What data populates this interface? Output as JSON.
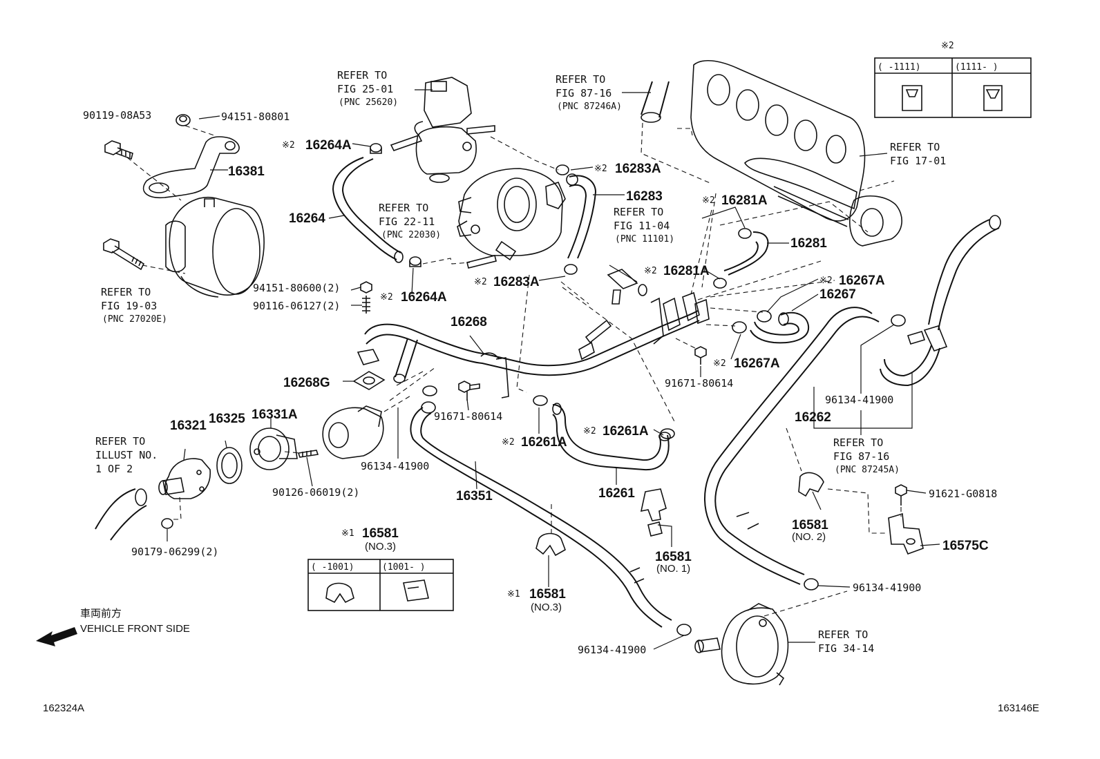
{
  "labels": {
    "p90119": "90119-08A53",
    "p94151a": "94151-80801",
    "p16381": "16381",
    "ref1903_a": "REFER TO",
    "ref1903_b": "FIG 19-03",
    "ref1903_c": "(PNC 27020E)",
    "ref2501_a": "REFER TO",
    "ref2501_b": "FIG 25-01",
    "ref2501_c": "(PNC 25620)",
    "p16264A_top": "16264A",
    "p16264": "16264",
    "p16264A_bot": "16264A",
    "ref2211_a": "REFER TO",
    "ref2211_b": "FIG 22-11",
    "ref2211_c": "(PNC 22030)",
    "p94151b": "94151-80600(2)",
    "p90116": "90116-06127(2)",
    "ref8716a_a": "REFER TO",
    "ref8716a_b": "FIG 87-16",
    "ref8716a_c": "(PNC 87246A)",
    "p16283A_top": "16283A",
    "p16283": "16283",
    "ref1104_a": "REFER TO",
    "ref1104_b": "FIG 11-04",
    "ref1104_c": "(PNC 11101)",
    "p16283A_bot": "16283A",
    "ref1701_a": "REFER TO",
    "ref1701_b": "FIG 17-01",
    "p16281A_top": "16281A",
    "p16281": "16281",
    "p16281A_bot": "16281A",
    "p16267A_top": "16267A",
    "p16267": "16267",
    "p16267A_bot": "16267A",
    "p16268": "16268",
    "p16268G": "16268G",
    "p91671a": "91671-80614",
    "p91671b": "91671-80614",
    "p96134a": "96134-41900",
    "p96134b": "96134-41900",
    "p96134c": "96134-41900",
    "p96134d": "96134-41900",
    "p16321": "16321",
    "p16325": "16325",
    "p16331A": "16331A",
    "p90126": "90126-06019(2)",
    "p90179": "90179-06299(2)",
    "refIllust_a": "REFER TO",
    "refIllust_b": "ILLUST NO.",
    "refIllust_c": "1 OF 2",
    "p16351": "16351",
    "p16261A_left": "16261A",
    "p16261A_right": "16261A",
    "p16261": "16261",
    "p16262": "16262",
    "ref8716b_a": "REFER TO",
    "ref8716b_b": "FIG 87-16",
    "ref8716b_c": "(PNC 87245A)",
    "p16581_no2": "16581",
    "no2": "(NO. 2)",
    "p16581_no1": "16581",
    "no1": "(NO. 1)",
    "p16581_no3": "16581",
    "no3": "(NO.3)",
    "p16581_tbl": "16581",
    "no3_tbl": "(NO.3)",
    "p91621": "91621-G0818",
    "p16575C": "16575C",
    "ref3414_a": "REFER TO",
    "ref3414_b": "FIG 34-14",
    "mark1": "※1",
    "mark2": "※2",
    "front_jp": "車両前方",
    "front_en": "VEHICLE FRONT SIDE",
    "code_left": "162324A",
    "code_right": "163146E"
  },
  "table1": {
    "col1": "(    -1001)",
    "col2": "(1001-    )"
  },
  "table2": {
    "col1": "(    -1111)",
    "col2": "(1111-    )"
  }
}
